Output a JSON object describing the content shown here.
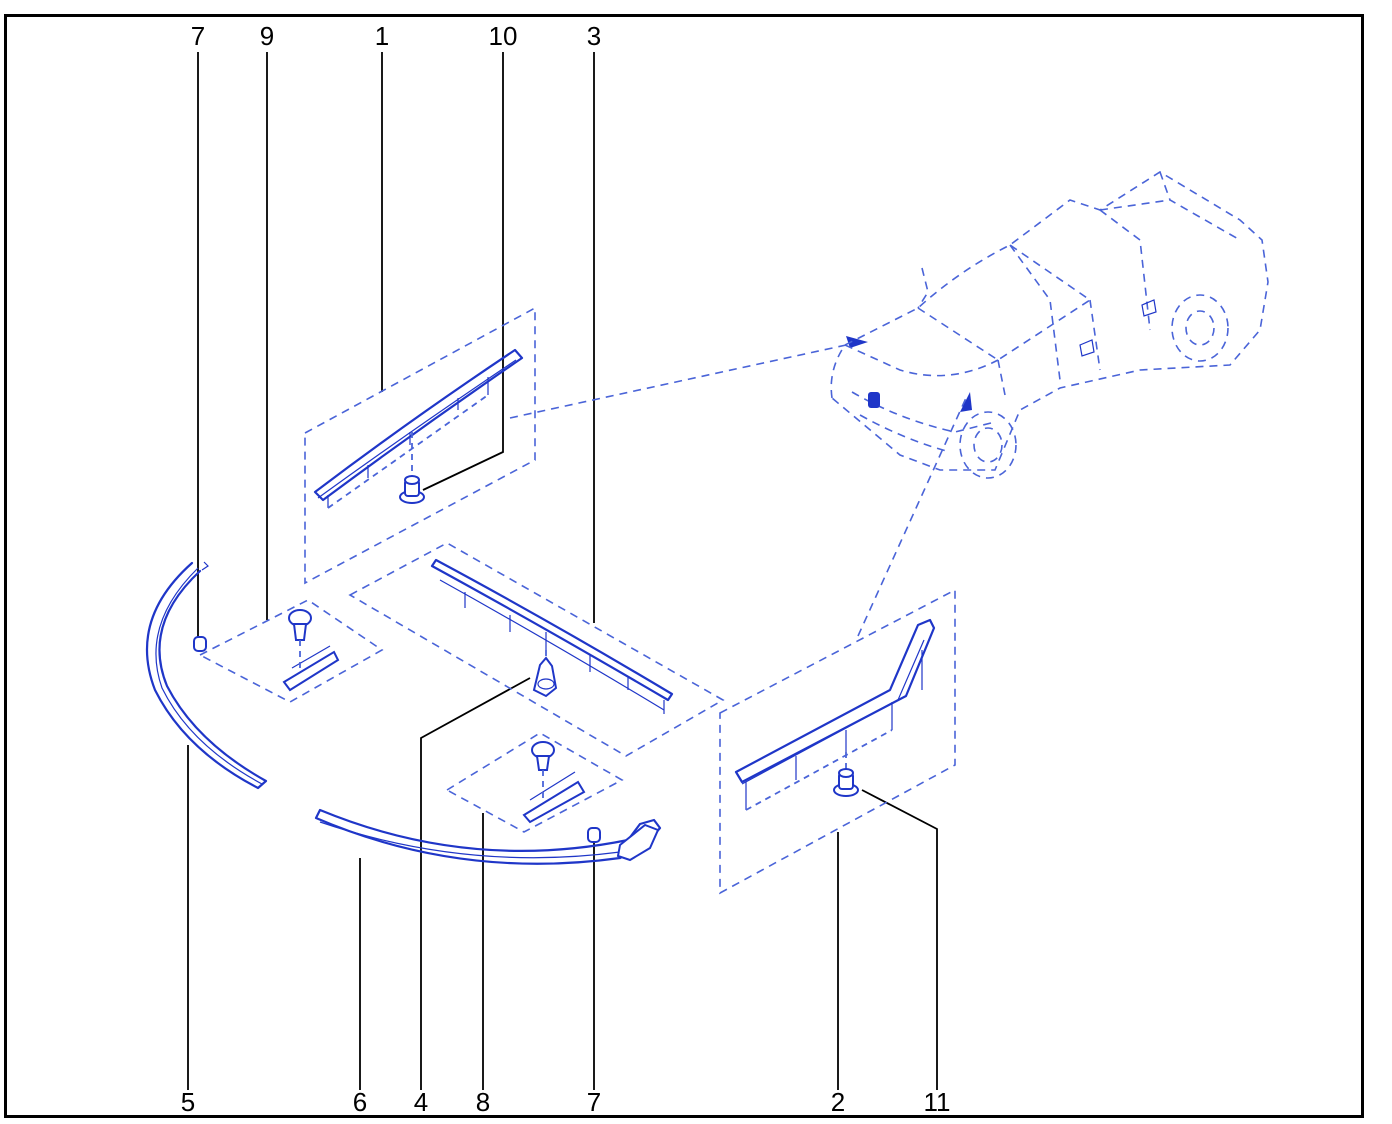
{
  "callouts": [
    {
      "id": "c-7-top",
      "text": "7"
    },
    {
      "id": "c-9",
      "text": "9"
    },
    {
      "id": "c-1",
      "text": "1"
    },
    {
      "id": "c-10",
      "text": "10"
    },
    {
      "id": "c-3",
      "text": "3"
    },
    {
      "id": "c-5",
      "text": "5"
    },
    {
      "id": "c-6",
      "text": "6"
    },
    {
      "id": "c-4",
      "text": "4"
    },
    {
      "id": "c-8",
      "text": "8"
    },
    {
      "id": "c-7-bottom",
      "text": "7"
    },
    {
      "id": "c-2",
      "text": "2"
    },
    {
      "id": "c-11",
      "text": "11"
    }
  ],
  "colors": {
    "line_art": "#1f36c8",
    "dashed": "#4a64d8",
    "labels": "#000000",
    "frame": "#000000"
  }
}
